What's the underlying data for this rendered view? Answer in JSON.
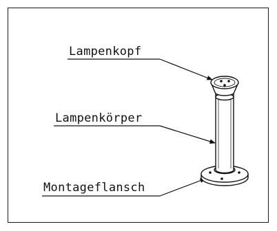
{
  "labels": {
    "head": "Lampenkopf",
    "body": "Lampenkörper",
    "flange": "Montageflansch"
  }
}
